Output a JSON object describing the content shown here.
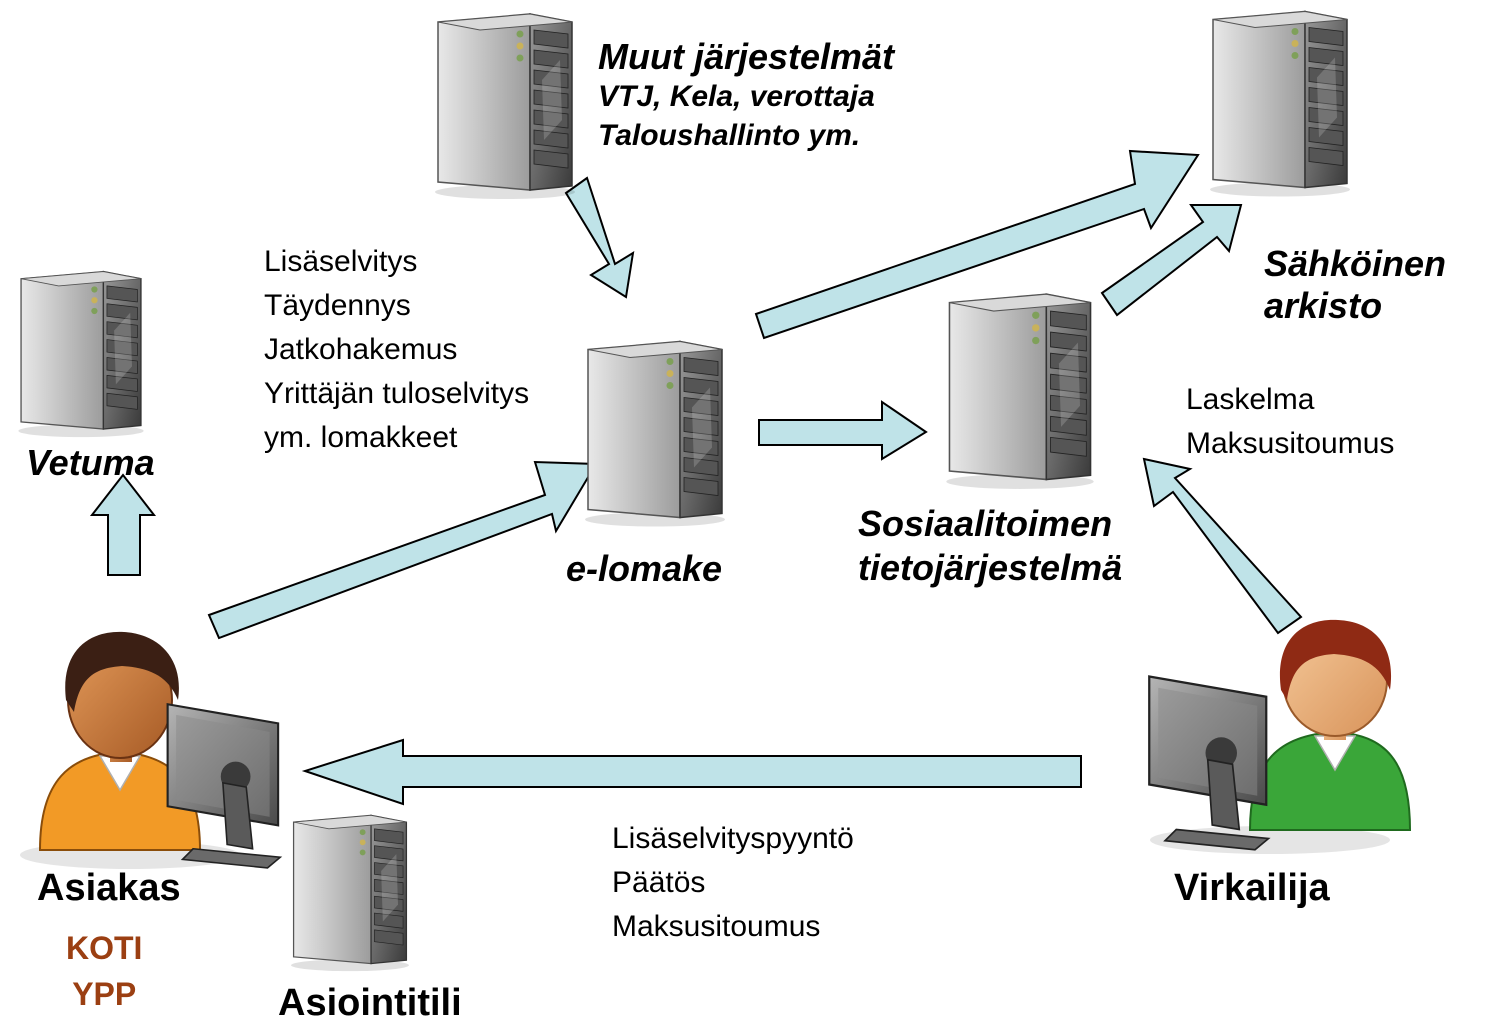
{
  "nodes": {
    "muut": {
      "title": "Muut järjestelmät",
      "line1": "VTJ, Kela, verottaja",
      "line2": "Taloushallinto ym.",
      "icon": "server-icon"
    },
    "arkisto": {
      "line1": "Sähköinen",
      "line2": "arkisto",
      "icon": "server-icon"
    },
    "vetuma": {
      "label": "Vetuma",
      "icon": "server-icon"
    },
    "elomake": {
      "label": "e-lomake",
      "icon": "server-icon"
    },
    "sosiaali": {
      "line1": "Sosiaalitoimen",
      "line2": "tietojärjestelmä",
      "icon": "server-icon"
    },
    "asiointitili": {
      "label": "Asiointitili",
      "icon": "server-icon"
    },
    "asiakas": {
      "label": "Asiakas",
      "sub1": "KOTI",
      "sub2": "YPP",
      "icon": "user-at-computer-icon",
      "shirt_color": "#f29a26",
      "hair_color": "#3b1f14"
    },
    "virkailija": {
      "label": "Virkailija",
      "icon": "user-at-computer-icon",
      "shirt_color": "#3aa639",
      "hair_color": "#8f2a14"
    }
  },
  "notes": {
    "forms": [
      "Lisäselvitys",
      "Täydennys",
      "Jatkohakemus",
      "Yrittäjän tuloselvitys",
      "ym. lomakkeet"
    ],
    "calc": [
      "Laskelma",
      "Maksusitoumus"
    ],
    "decision": [
      "Lisäselvityspyyntö",
      "Päätös",
      "Maksusitoumus"
    ]
  },
  "colors": {
    "arrow_fill": "#bfe3e8",
    "arrow_stroke": "#000000",
    "accent_brown": "#9b3f12"
  }
}
